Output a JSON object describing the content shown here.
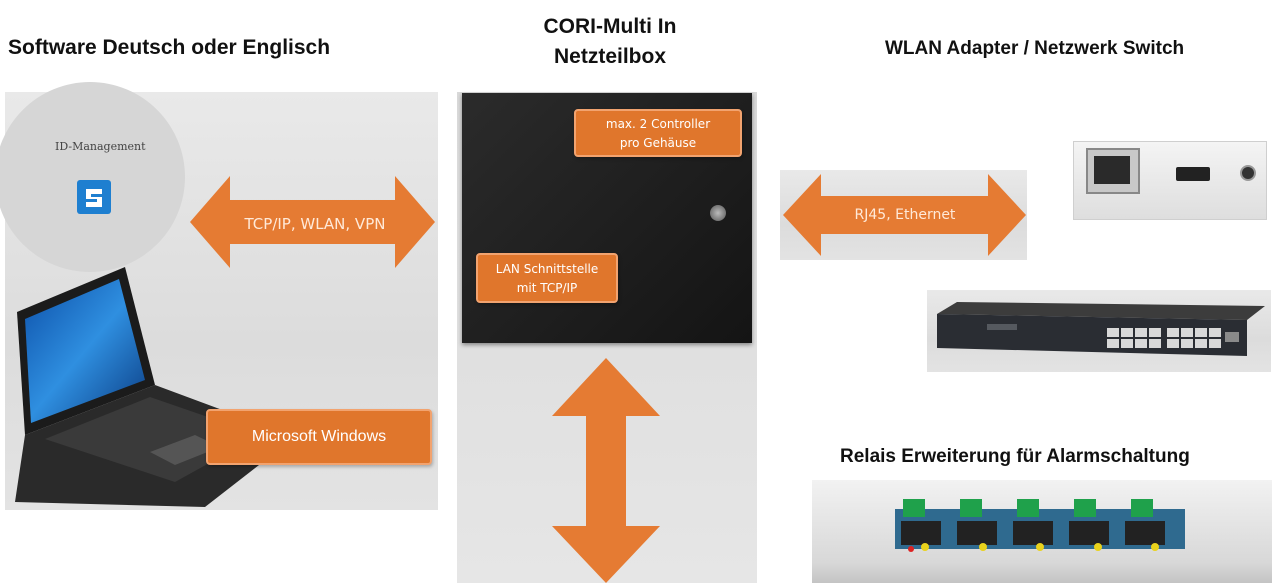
{
  "headings": {
    "software": "Software Deutsch oder Englisch",
    "cori_line1": "CORI-Multi In",
    "cori_line2": "Netzteilbox",
    "wlan": "WLAN Adapter / Netzwerk Switch",
    "relais": "Relais Erweiterung für Alarmschaltung"
  },
  "left_panel": {
    "app_name": "ID-Management",
    "connection_label": "TCP/IP, WLAN, VPN",
    "os_label": "Microsoft Windows"
  },
  "center_panel": {
    "controller_label_line1": "max. 2 Controller",
    "controller_label_line2": "pro Gehäuse",
    "lan_label_line1": "LAN Schnittstelle",
    "lan_label_line2": "mit TCP/IP"
  },
  "right_panel": {
    "ethernet_label": "RJ45, Ethernet"
  },
  "colors": {
    "accent": "#e0762c",
    "box": "#222222"
  }
}
